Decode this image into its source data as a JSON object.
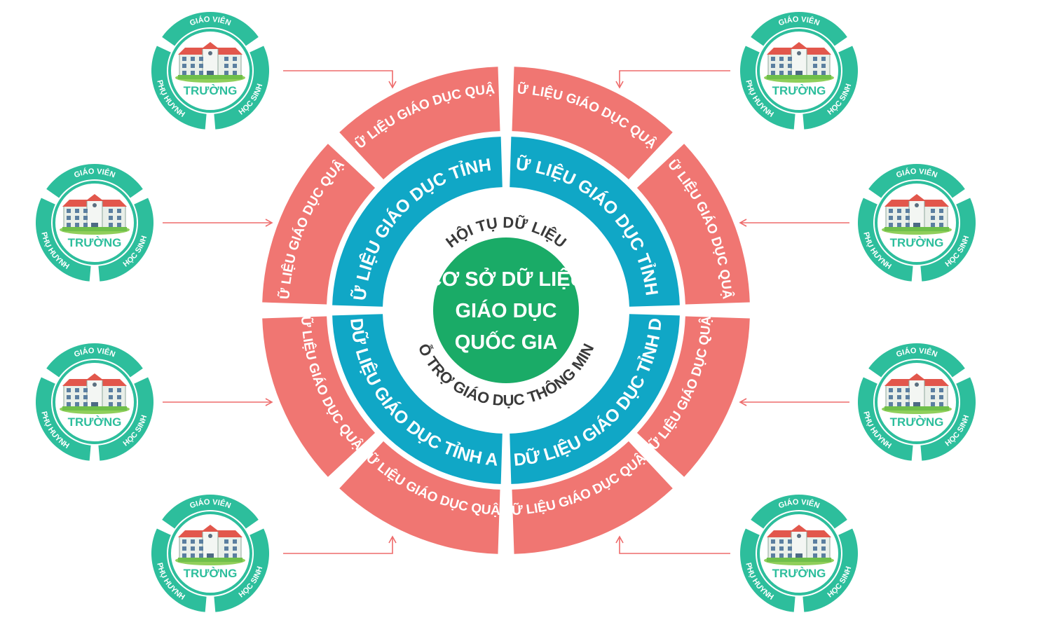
{
  "colors": {
    "outer_ring": "#f07672",
    "province_ring": "#10a7c6",
    "core": "#1aab67",
    "school_ring": "#2dbe9c",
    "arrow": "#ee6b6b",
    "ink": "#3a3a3a"
  },
  "core": {
    "lines": [
      "CƠ SỞ DỮ LIỆU",
      "GIÁO DỤC",
      "QUỐC GIA"
    ]
  },
  "hub": {
    "top": "HỘI TỤ DỮ LIỆU",
    "bottom": "HỖ TRỢ GIÁO DỤC THÔNG MINH"
  },
  "provinces": [
    {
      "label": "DỮ LIỆU GIÁO DỤC TỈNH B"
    },
    {
      "label": "DỮ LIỆU GIÁO DỤC TỈNH C"
    },
    {
      "label": "DỮ LIỆU GIÁO DỤC TỈNH D"
    },
    {
      "label": "DỮ LIỆU GIÁO DỤC TỈNH A"
    }
  ],
  "districts": [
    {
      "label": "DỮ LIỆU GIÁO DỤC QUẬN"
    },
    {
      "label": "DỮ LIỆU GIÁO DỤC QUẬN"
    },
    {
      "label": "DỮ LIỆU GIÁO DỤC QUẬN"
    },
    {
      "label": "DỮ LIỆU GIÁO DỤC QUẬN"
    },
    {
      "label": "DỮ LIỆU GIÁO DỤC QUẬN"
    },
    {
      "label": "DỮ LIỆU GIÁO DỤC QUẬN"
    },
    {
      "label": "DỮ LIỆU GIÁO DỤC QUẬN"
    },
    {
      "label": "DỮ LIỆU GIÁO DỤC QUẬN"
    }
  ],
  "school_badge": {
    "name": "TRƯỜNG",
    "top": "GIÁO VIÊN",
    "left": "PHỤ HUYNH",
    "right": "HỌC SINH"
  },
  "schools": [
    {
      "position": "top-left"
    },
    {
      "position": "upper-left"
    },
    {
      "position": "lower-left"
    },
    {
      "position": "bottom-left"
    },
    {
      "position": "top-right"
    },
    {
      "position": "upper-right"
    },
    {
      "position": "lower-right"
    },
    {
      "position": "bottom-right"
    }
  ]
}
